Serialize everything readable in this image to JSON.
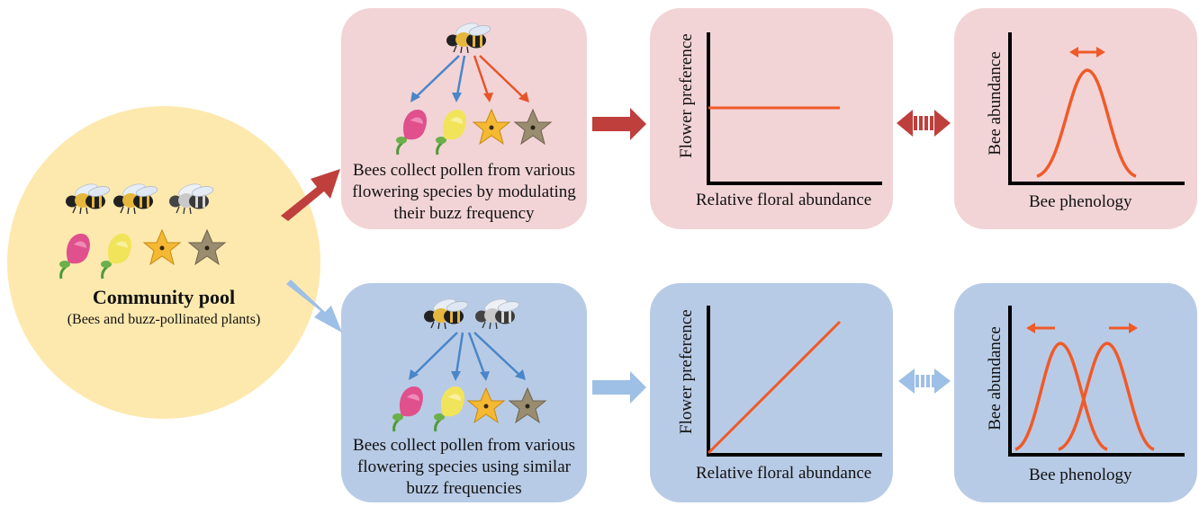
{
  "pool": {
    "title": "Community pool",
    "subtitle": "(Bees and buzz-pollinated plants)"
  },
  "top_row": {
    "caption_lines": [
      "Bees collect pollen from various",
      "flowering species by modulating",
      "their buzz frequency"
    ],
    "preference_plot": {
      "xlabel": "Relative floral abundance",
      "ylabel": "Flower preference",
      "relationship": "flat"
    },
    "phenology_plot": {
      "xlabel": "Bee phenology",
      "ylabel": "Bee abundance",
      "peaks": 1
    }
  },
  "bottom_row": {
    "caption_lines": [
      "Bees collect pollen from various",
      "flowering species using similar",
      "buzz frequencies"
    ],
    "preference_plot": {
      "xlabel": "Relative floral abundance",
      "ylabel": "Flower preference",
      "relationship": "increasing"
    },
    "phenology_plot": {
      "xlabel": "Bee phenology",
      "ylabel": "Bee abundance",
      "peaks": 2
    }
  },
  "colors": {
    "pink_panel": "#f2d4d6",
    "blue_panel": "#b8cbe6",
    "pool_fill": "#fde9ae",
    "dark_red_arrow": "#bf3f3c",
    "light_blue_arrow": "#9ec0e6",
    "orange_curve": "#f05a28",
    "blue_pointer": "#4a86c8"
  },
  "icons": [
    "bumblebee-icon",
    "pink-flower-icon",
    "yellow-flower-icon",
    "orange-star-flower-icon",
    "brown-star-flower-icon"
  ]
}
